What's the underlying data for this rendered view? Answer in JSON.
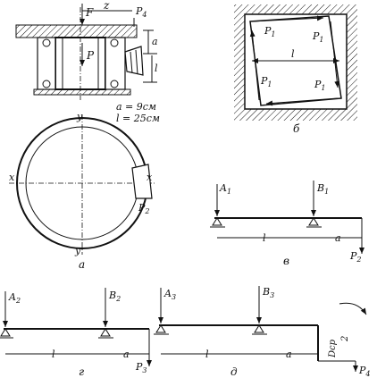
{
  "top_left": {
    "F": "F",
    "P": "P",
    "z": "z",
    "P4": "P",
    "P4_sub": "4",
    "a": "a",
    "l": "l",
    "params_line1": "a = 9см",
    "params_line2": "l = 25см"
  },
  "ring_view": {
    "y_top": "y",
    "y_bottom": "y",
    "x_left": "x",
    "x_right": "x",
    "P2": "P",
    "P2_sub": "2",
    "caption": "а"
  },
  "square_view": {
    "P1": "P",
    "P1_sub": "1",
    "l": "l",
    "caption": "б"
  },
  "beam_v": {
    "A1": "A",
    "A1_sub": "1",
    "B1": "B",
    "B1_sub": "1",
    "l": "l",
    "a": "a",
    "P2": "P",
    "P2_sub": "2",
    "caption": "в"
  },
  "beam_g": {
    "A2": "A",
    "A2_sub": "2",
    "B2": "B",
    "B2_sub": "2",
    "l": "l",
    "a": "a",
    "P3": "P",
    "P3_sub": "3",
    "caption": "г"
  },
  "beam_d": {
    "A3": "A",
    "A3_sub": "3",
    "B3": "B",
    "B3_sub": "3",
    "l": "l",
    "a": "a",
    "dim": "Dср",
    "dim_den": "2",
    "P4": "P",
    "P4_sub": "4",
    "caption": "д"
  }
}
